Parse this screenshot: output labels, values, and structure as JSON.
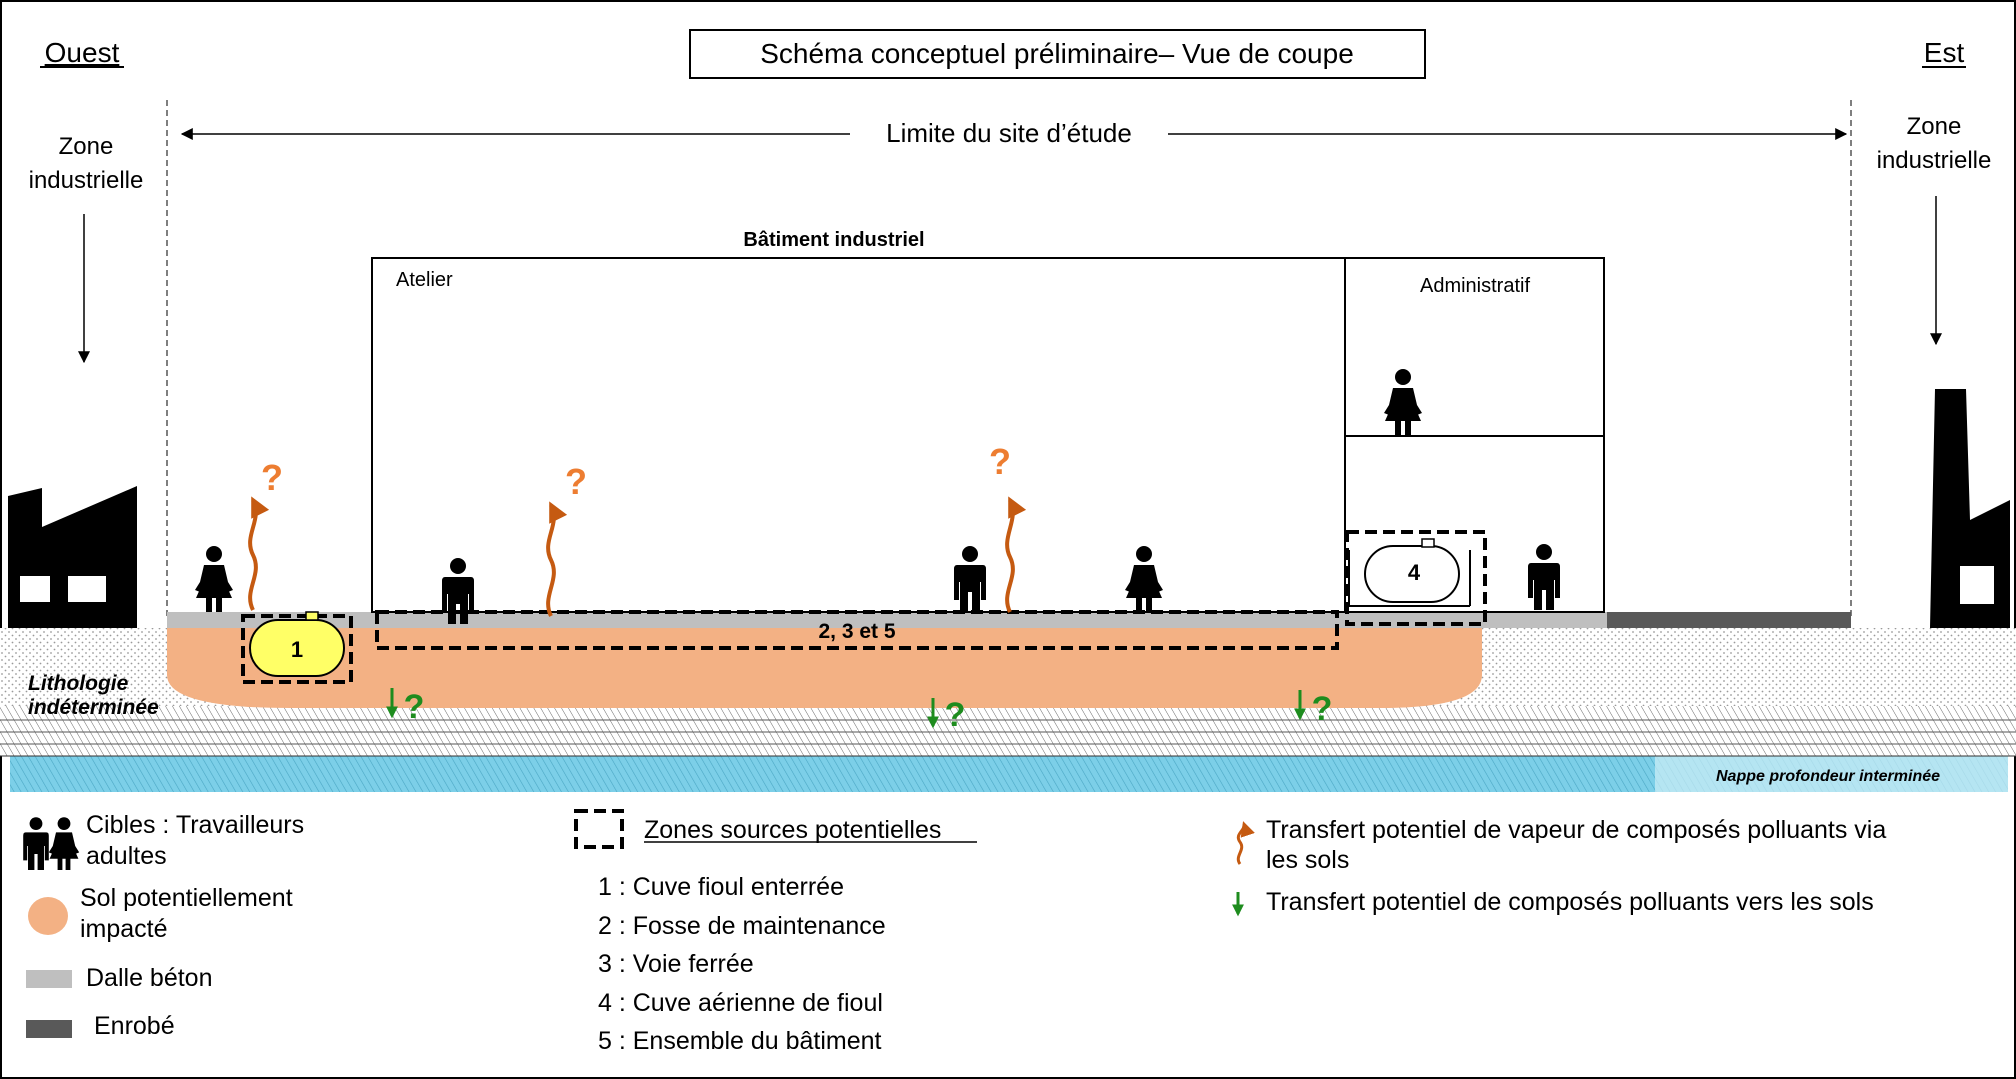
{
  "diagram": {
    "title": "Schéma conceptuel préliminaire– Vue de coupe",
    "west_label": "Ouest",
    "east_label": "Est",
    "west_zone": [
      "Zone",
      "industrielle"
    ],
    "east_zone": [
      "Zone",
      "industrielle"
    ],
    "site_limit": "Limite du site d’étude",
    "building_title": "Bâtiment industriel",
    "room_atelier": "Atelier",
    "room_admin": "Administratif",
    "lithology": [
      "Lithologie",
      "indéterminée"
    ],
    "water_table": "Nappe profondeur interminée",
    "zone_1": "1",
    "zone_2_3_5": "2, 3 et 5",
    "zone_4": "4",
    "question_mark": "?"
  },
  "legend": {
    "targets": [
      "Cibles : Travailleurs",
      "adultes"
    ],
    "soil": [
      "Sol potentiellement",
      "impacté"
    ],
    "slab": "Dalle béton",
    "asphalt": "Enrobé",
    "sources_title": "Zones sources potentielles",
    "sources": [
      "1 : Cuve fioul enterrée",
      "2 : Fosse de maintenance",
      "3 : Voie ferrée",
      "4 : Cuve aérienne de fioul",
      "5 : Ensemble du bâtiment"
    ],
    "vapour_transfer": [
      "Transfert potentiel de vapeur de composés polluants via",
      "les sols"
    ],
    "soil_transfer": "Transfert potentiel de composés polluants vers les sols"
  },
  "colors": {
    "soil": "#f3b184",
    "slab": "#bfbfbf",
    "asphalt": "#595959",
    "vapour_arrow": "#c55a11",
    "question_orange": "#ed7d31",
    "green_arrow": "#1e8c1e",
    "water": "#7ccfe8",
    "tank_fill": "#ffff66"
  }
}
